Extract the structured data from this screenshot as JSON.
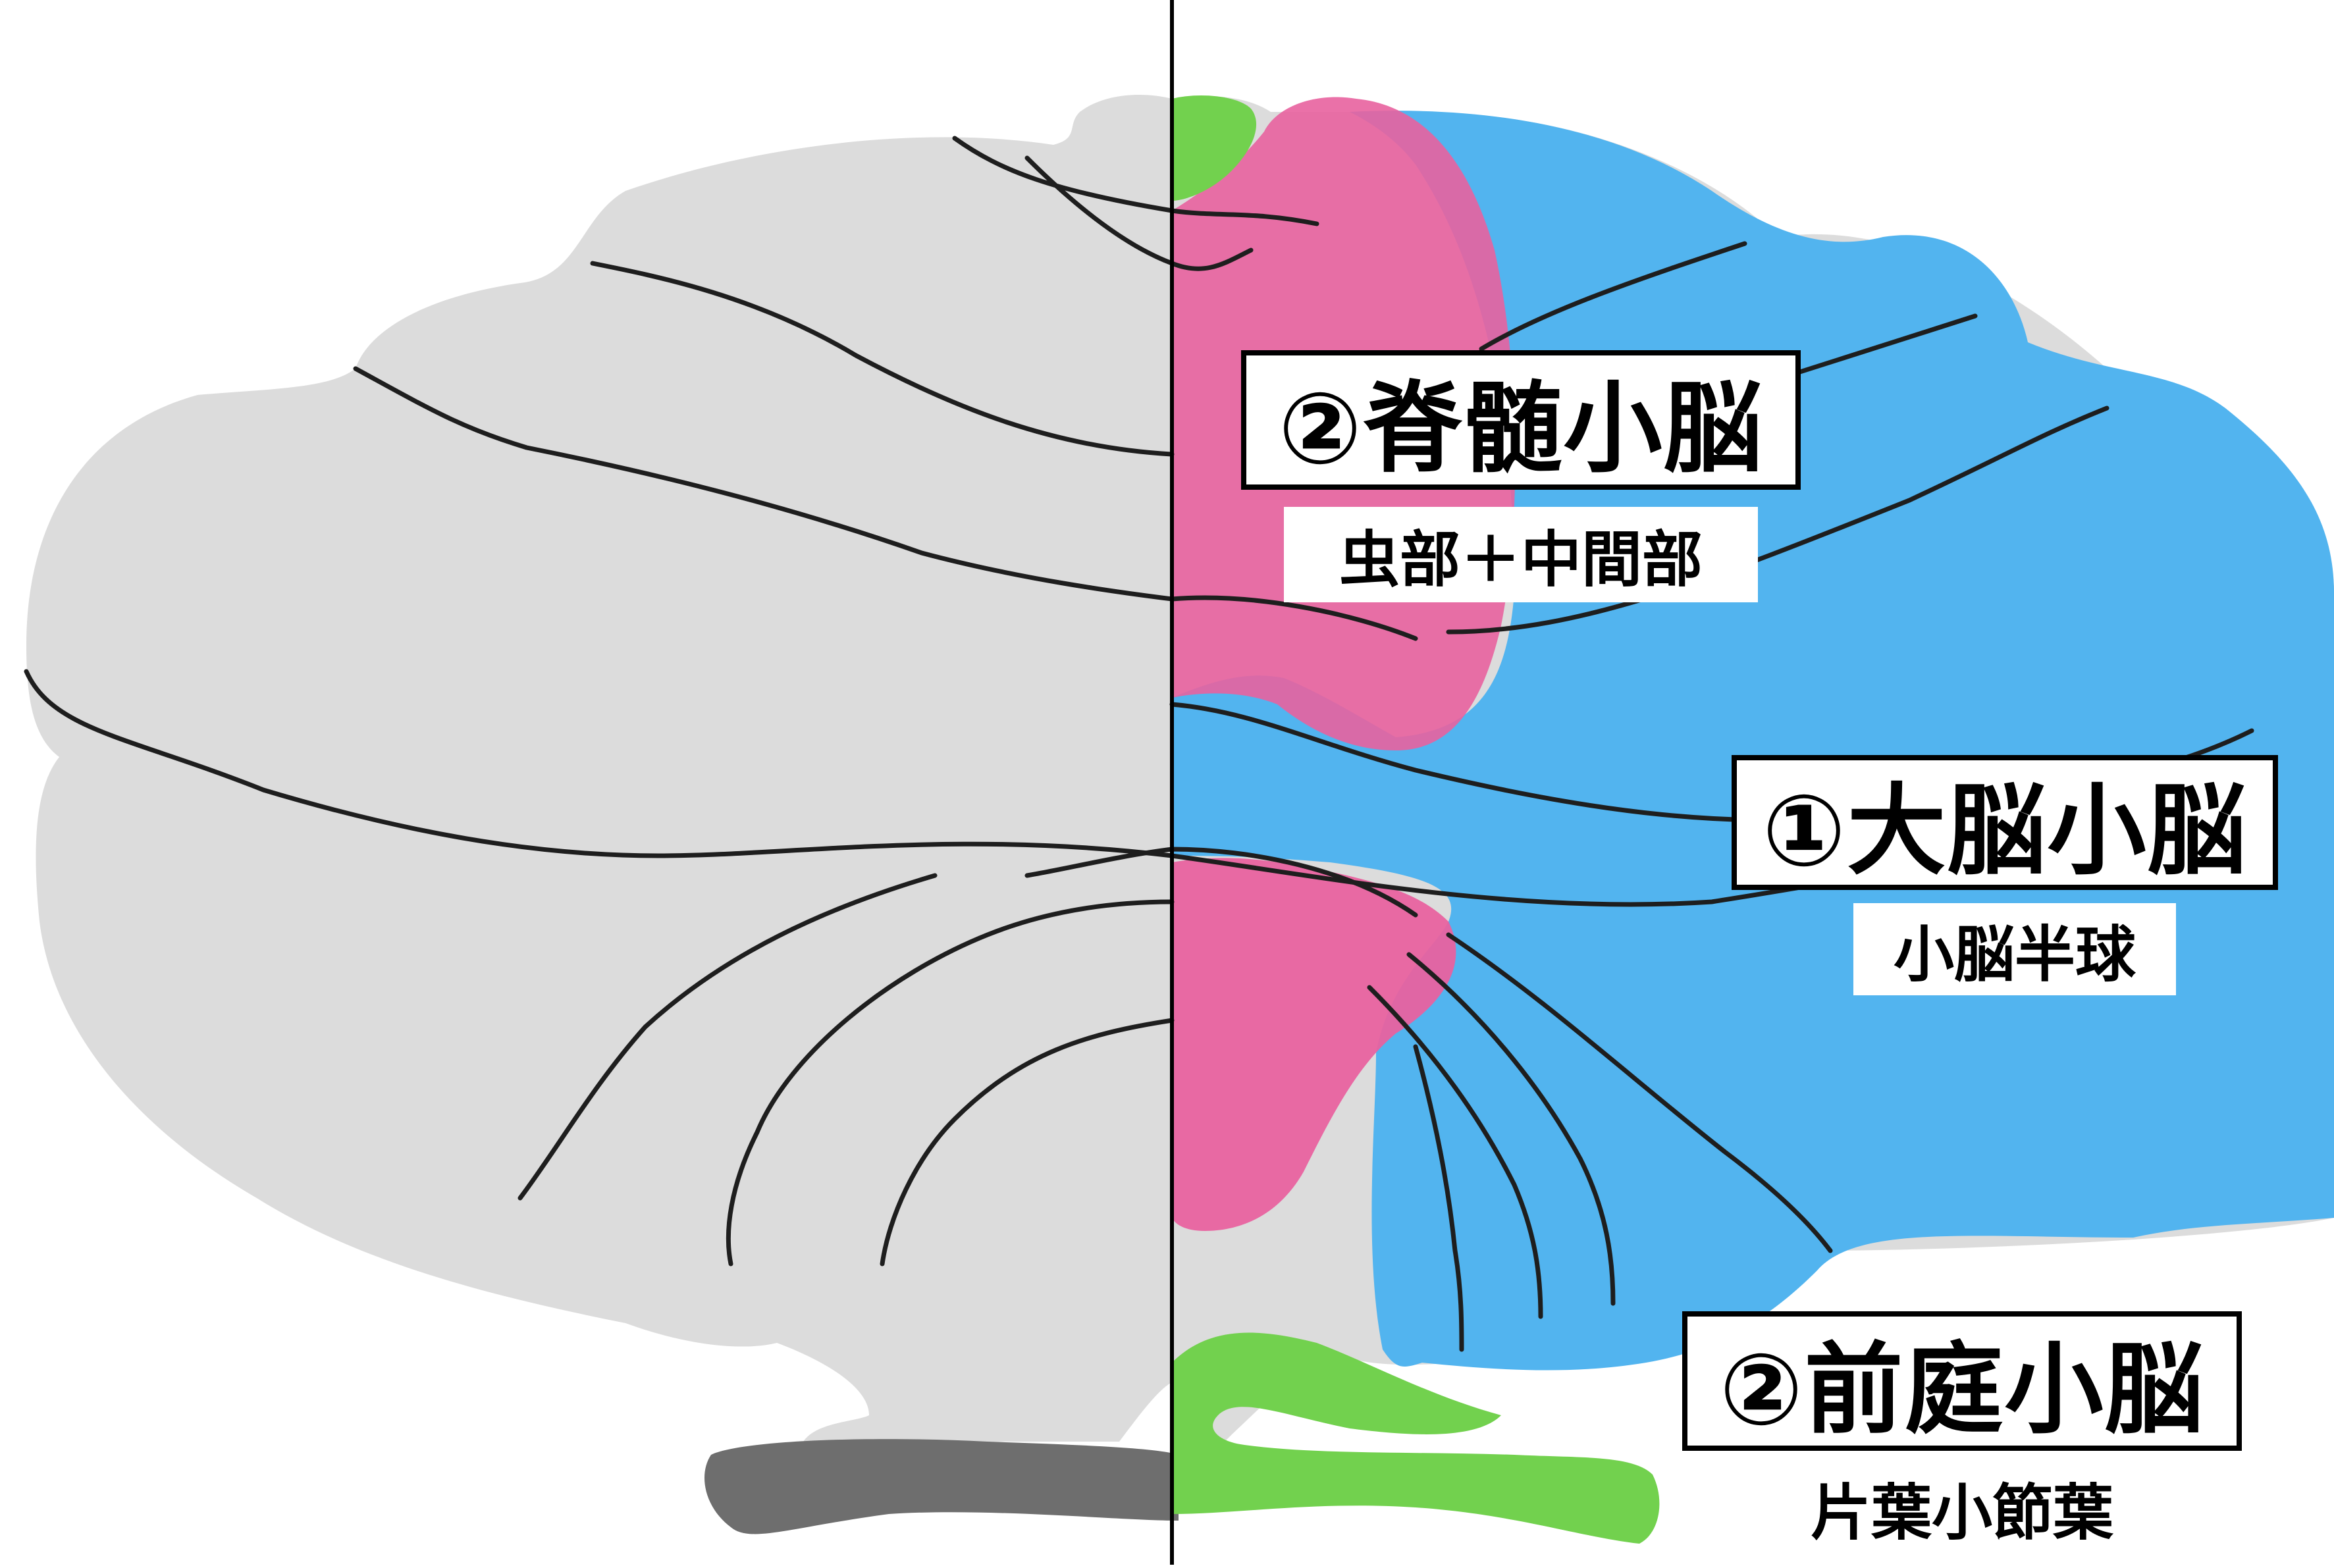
{
  "colors": {
    "cerebellum_gray": "#dcdcdc",
    "fissure_line": "#1e1e1e",
    "flocculus_shadow": "#6e6e6e",
    "cerebrocerebellum": "#52b4ef",
    "spinocerebellum": "#e8629f",
    "vestibulocerebellum": "#72d14e",
    "midline": "#000000"
  },
  "labels": {
    "spinocerebellum": {
      "title": "②脊髄小脳",
      "subtitle": "虫部＋中間部"
    },
    "cerebrocerebellum": {
      "title": "①大脳小脳",
      "subtitle": "小脳半球"
    },
    "vestibulocerebellum": {
      "title": "②前庭小脳",
      "subtitle": "片葉小節葉"
    }
  }
}
